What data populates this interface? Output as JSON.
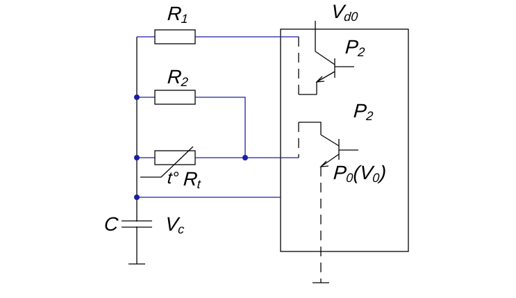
{
  "labels": {
    "r1": "R",
    "r1_sub": "1",
    "r2": "R",
    "r2_sub": "2",
    "vd0": "V",
    "vd0_sub": "d0",
    "p2_top": "P",
    "p2_top_sub": "2",
    "p2_mid": "P",
    "p2_mid_sub": "2",
    "p0": "P",
    "p0_sub": "0",
    "p0_paren_open": "(V",
    "p0_paren_sub": "0",
    "p0_paren_close": ")",
    "t": "t°",
    "rt": "R",
    "rt_sub": "t",
    "c": "C",
    "vc": "V",
    "vc_sub": "c"
  }
}
